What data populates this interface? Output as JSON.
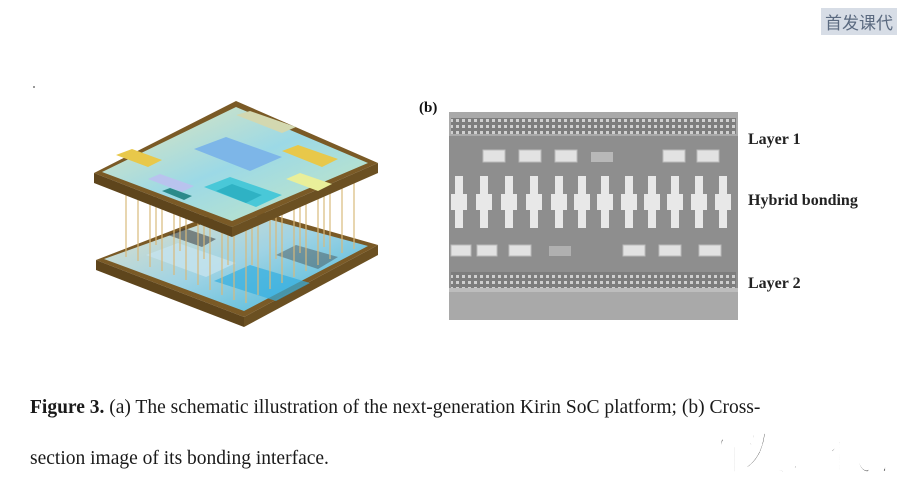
{
  "figure": {
    "panel_b_label": "(b)",
    "layer_labels": {
      "layer1": "Layer 1",
      "hybrid": "Hybrid bonding",
      "layer2": "Layer 2"
    },
    "caption": {
      "figure_number": "Figure 3.",
      "line1": " (a) The schematic illustration of the next-generation Kirin SoC platform; (b) Cross-",
      "line2": "section image of its bonding interface."
    }
  },
  "watermark": {
    "top_text": "首发课代",
    "bottom_text": "首发课代表"
  },
  "colors": {
    "chip_gold": "#8a6a2e",
    "tile_cyan": "#49c8d8",
    "tile_yellow": "#e8c84a",
    "pillar": "#d9b979",
    "sem_background": "#8e8e8e"
  }
}
